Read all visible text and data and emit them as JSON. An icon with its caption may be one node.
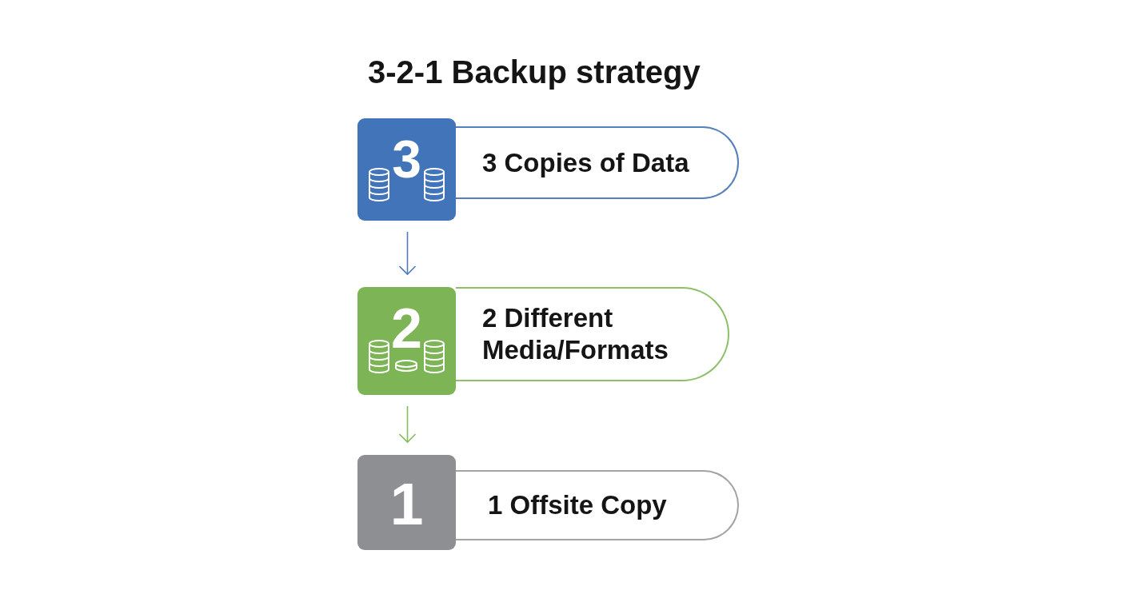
{
  "diagram": {
    "title": "3-2-1 Backup strategy",
    "nodes": [
      {
        "text": [
          "3"
        ]
      },
      {
        "text": [
          "3 Copies of Data"
        ]
      },
      {
        "text": [
          "2"
        ]
      },
      {
        "text": [
          "2 Different Media/Formats"
        ]
      },
      {
        "text": [
          "1"
        ]
      },
      {
        "text": [
          "1 Offsite Copy"
        ]
      }
    ],
    "edges": [
      {
        "from": 0,
        "to": 2,
        "arrow": "to",
        "color": "#4f7db8"
      },
      {
        "from": 2,
        "to": 4,
        "arrow": "to",
        "color": "#86bd5c"
      }
    ]
  }
}
